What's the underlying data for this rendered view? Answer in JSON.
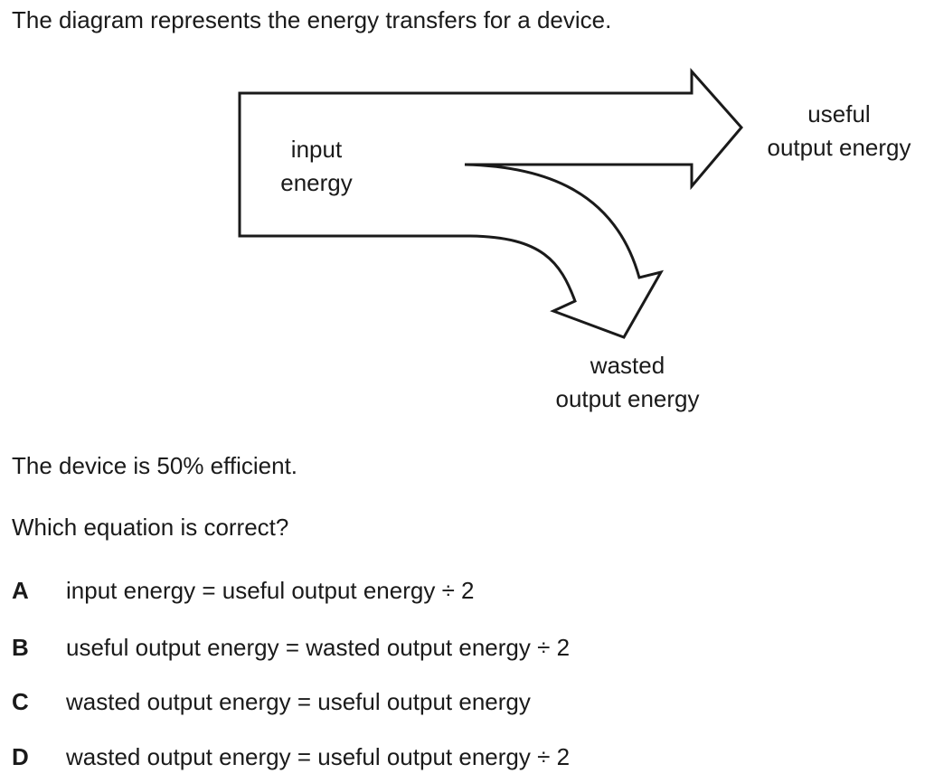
{
  "intro": "The diagram represents the energy transfers for a device.",
  "diagram": {
    "input_line1": "input",
    "input_line2": "energy",
    "useful_line1": "useful",
    "useful_line2": "output energy",
    "wasted_line1": "wasted",
    "wasted_line2": "output energy"
  },
  "statement": "The device is 50% efficient.",
  "question": "Which equation is correct?",
  "options": [
    {
      "letter": "A",
      "text": "input energy = useful output energy ÷ 2"
    },
    {
      "letter": "B",
      "text": "useful output energy = wasted output energy ÷ 2"
    },
    {
      "letter": "C",
      "text": "wasted output energy = useful output energy"
    },
    {
      "letter": "D",
      "text": "wasted output energy = useful output energy ÷ 2"
    }
  ]
}
